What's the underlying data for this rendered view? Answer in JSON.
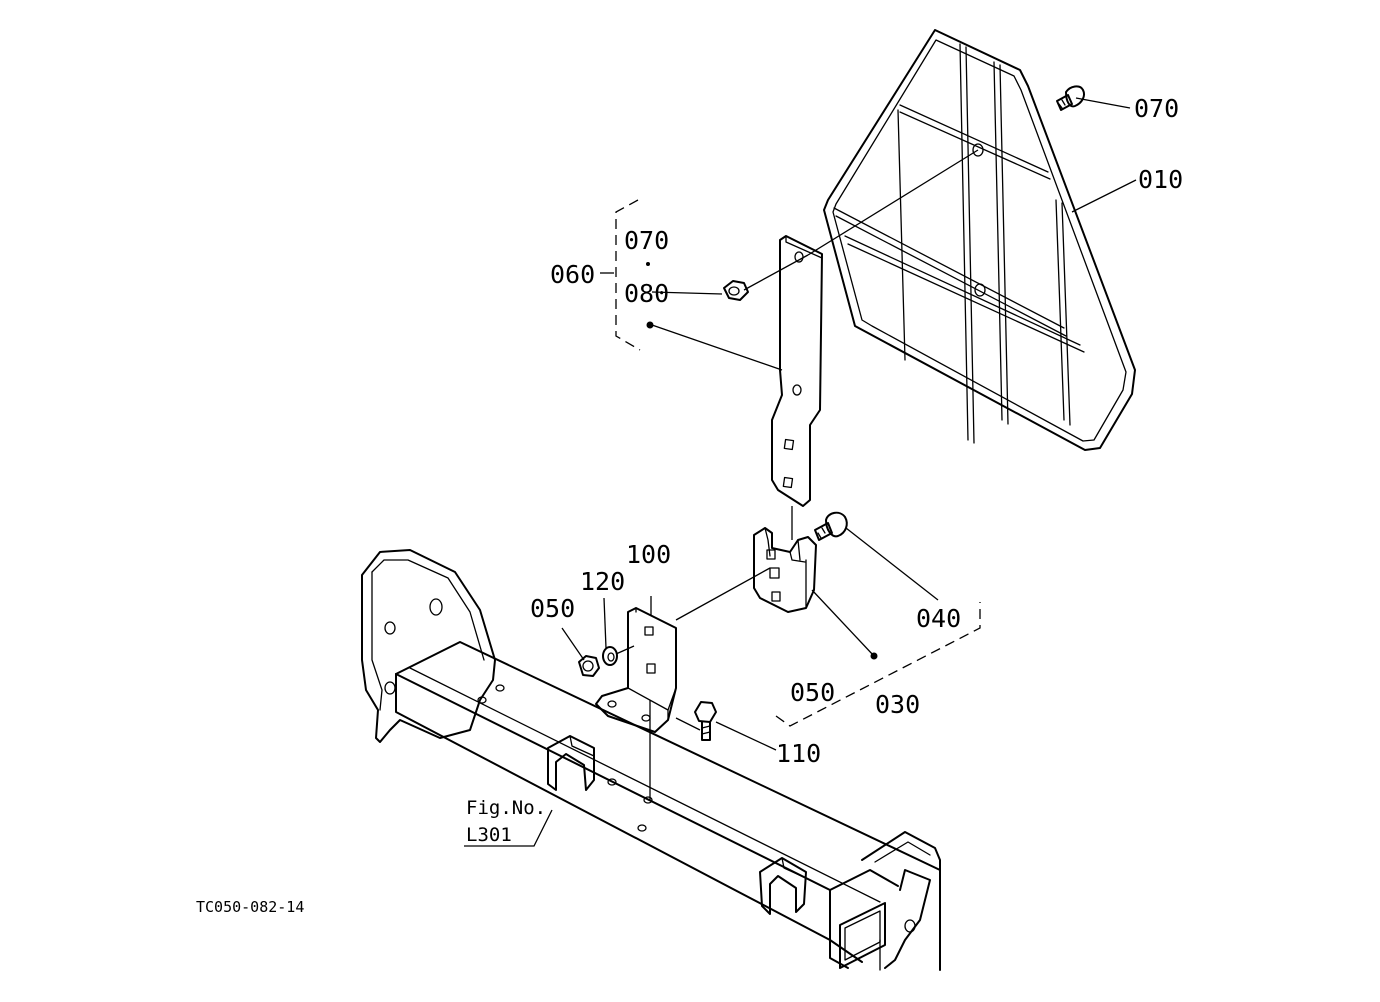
{
  "labels": {
    "p070_top": "070",
    "p010": "010",
    "p060": "060",
    "p070_group": "070",
    "p080": "080",
    "p100": "100",
    "p120": "120",
    "p050_left": "050",
    "p040": "040",
    "p050_right": "050",
    "p030": "030",
    "p110": "110",
    "fig_no": "Fig.No.",
    "fig_ref": "L301",
    "drawing_code": "TC050-082-14"
  },
  "colors": {
    "line": "#000000",
    "background": "#ffffff"
  }
}
